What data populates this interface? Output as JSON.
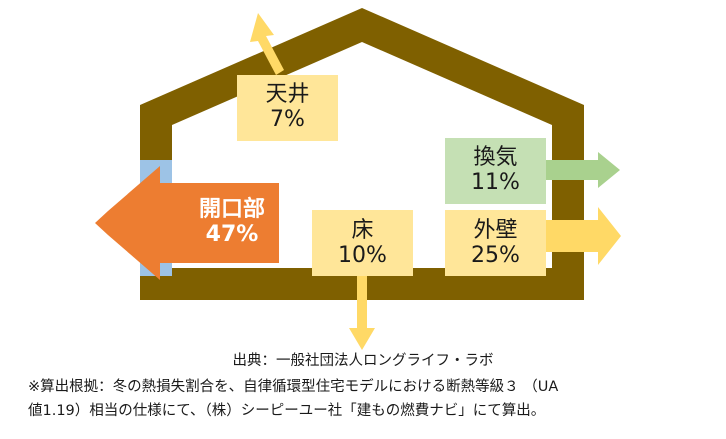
{
  "colors": {
    "house_outline": "#7f6000",
    "opening_window": "#9dc3e6",
    "arrow_yellow": "#ffd966",
    "box_yellow": "#ffe699",
    "arrow_green": "#a9d18e",
    "box_green": "#c5e0b4",
    "arrow_orange": "#ed7d31"
  },
  "diagram": {
    "ceiling": {
      "name": "天井",
      "value": "7%"
    },
    "ventilation": {
      "name": "換気",
      "value": "11%"
    },
    "openings": {
      "name": "開口部",
      "value": "47%"
    },
    "floor": {
      "name": "床",
      "value": "10%"
    },
    "exterior_wall": {
      "name": "外壁",
      "value": "25%"
    }
  },
  "footnote": {
    "source": "出典：一般社団法人ロングライフ・ラボ",
    "basis_line1": "※算出根拠：冬の熱損失割合を、自律循環型住宅モデルにおける断熱等級３ （UA",
    "basis_line2": "値1.19）相当の仕様にて、（株）シーピーユー社「建もの燃費ナビ」にて算出。"
  }
}
